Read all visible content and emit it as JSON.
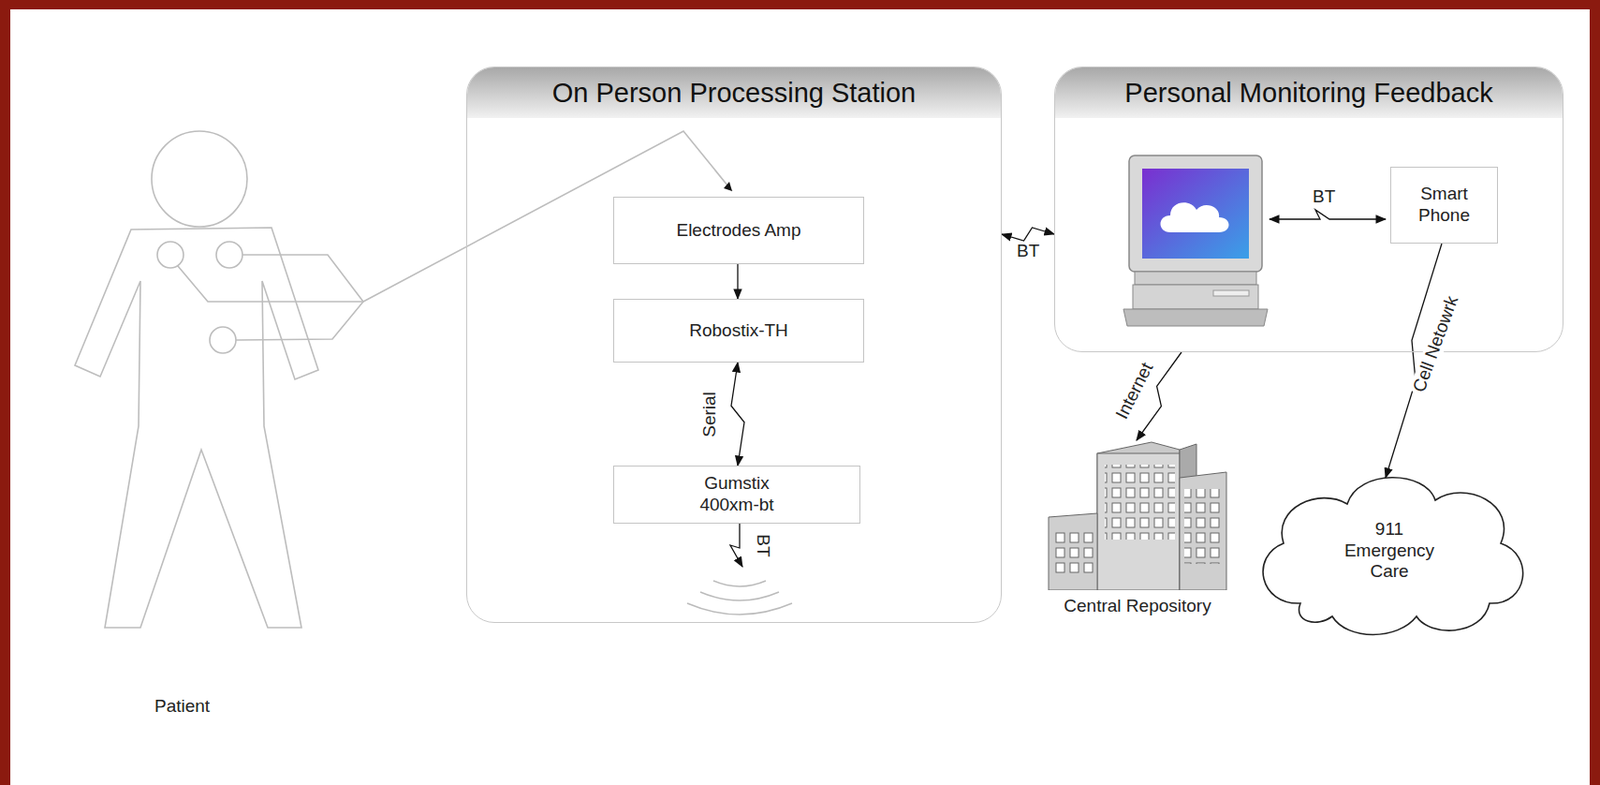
{
  "diagram": {
    "nodes": [
      {
        "text": [
          "On Person Processing Station"
        ]
      },
      {
        "text": [
          "Electrodes Amp"
        ],
        "in": 0
      },
      {
        "text": [
          "Robostix-TH"
        ],
        "in": 0
      },
      {
        "text": [
          "Gumstix 400xm-bt"
        ],
        "in": 0
      },
      {
        "text": [
          "Personal Monitoring Feedback"
        ]
      },
      {
        "text": [
          "Smart Phone"
        ],
        "in": 4
      },
      {
        "text": [
          "Central Repository"
        ]
      },
      {
        "text": [
          "911 Emergency Care"
        ]
      }
    ],
    "edges": [
      {
        "from": 1,
        "to": 2,
        "arrow": "to"
      },
      {
        "from": 2,
        "to": 3,
        "label": "Serial",
        "arrow": "both"
      },
      {
        "from": 0,
        "to": 4,
        "label": "BT",
        "arrow": "both"
      },
      {
        "from": 4,
        "to": 6,
        "label": "Internet",
        "arrow": "to"
      },
      {
        "from": 5,
        "to": 7,
        "label": "Cell Netowrk",
        "arrow": "to"
      }
    ],
    "labels": [
      "BT",
      "BT",
      "Patient"
    ]
  }
}
